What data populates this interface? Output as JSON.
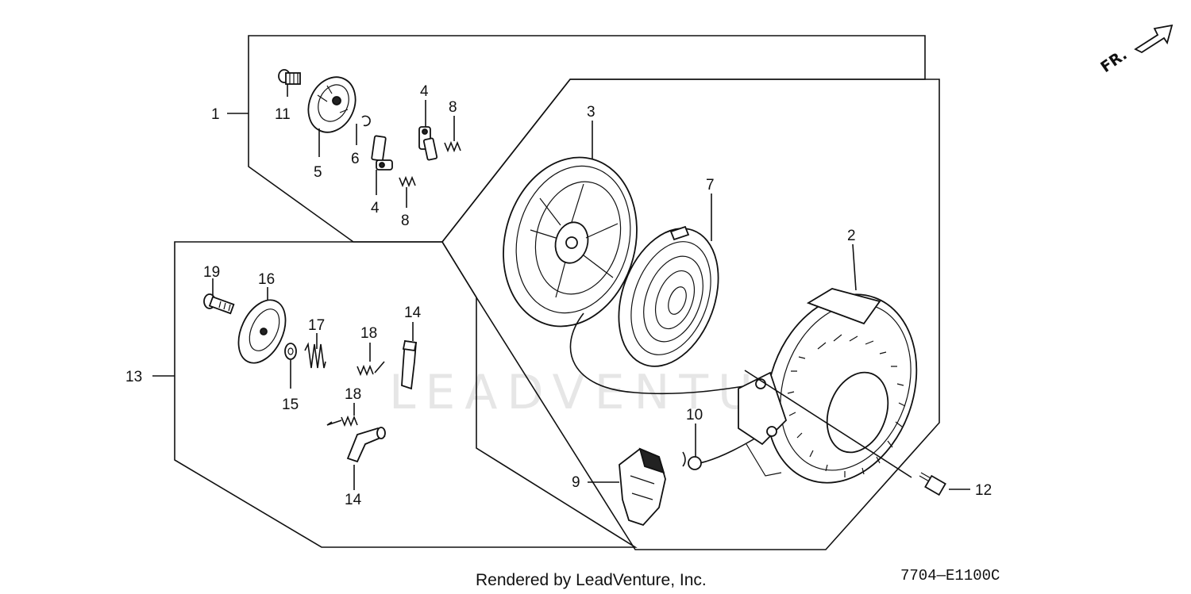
{
  "callouts": {
    "c1": "1",
    "c2": "2",
    "c3": "3",
    "c4a": "4",
    "c4b": "4",
    "c5": "5",
    "c6": "6",
    "c7": "7",
    "c8a": "8",
    "c8b": "8",
    "c9": "9",
    "c10": "10",
    "c11": "11",
    "c12": "12",
    "c13": "13",
    "c14a": "14",
    "c14b": "14",
    "c15": "15",
    "c16": "16",
    "c17": "17",
    "c18a": "18",
    "c18b": "18",
    "c19": "19"
  },
  "front_indicator": "FR.",
  "watermark": "LEADVENTURE",
  "footer": {
    "credit": "Rendered by LeadVenture, Inc.",
    "diagram_code": "7704—E1100C"
  }
}
